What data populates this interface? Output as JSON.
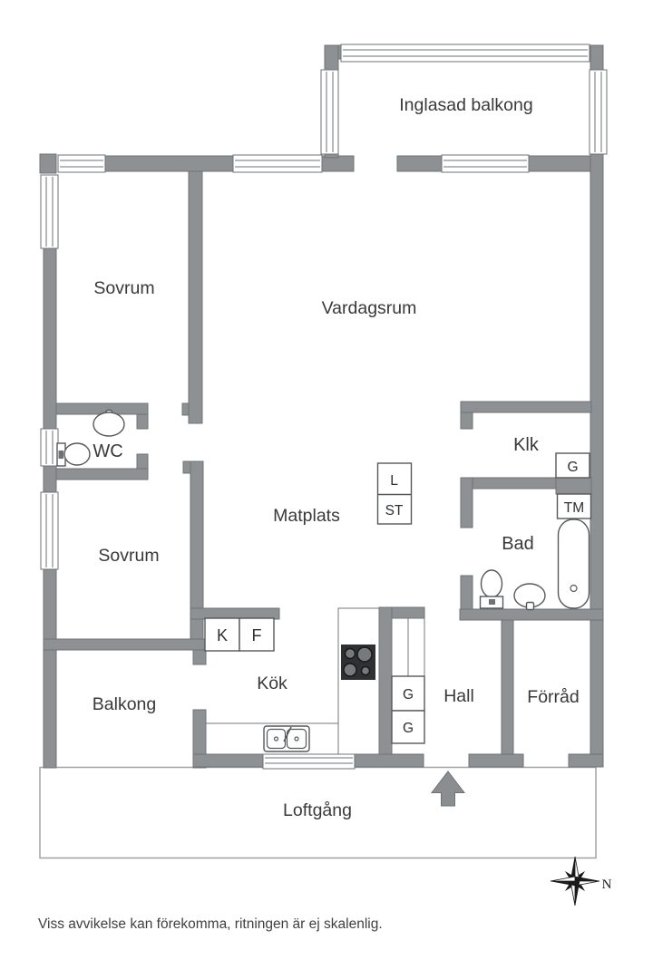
{
  "floorplan": {
    "rooms": {
      "inglasad_balkong": "Inglasad balkong",
      "sovrum_1": "Sovrum",
      "vardagsrum": "Vardagsrum",
      "wc": "WC",
      "klk": "Klk",
      "matplats": "Matplats",
      "bad": "Bad",
      "sovrum_2": "Sovrum",
      "balkong": "Balkong",
      "kok": "Kök",
      "hall": "Hall",
      "forrad": "Förråd",
      "loftgang": "Loftgång"
    },
    "fixtures": {
      "l": "L",
      "st": "ST",
      "g_klk": "G",
      "tm": "TM",
      "k": "K",
      "f": "F",
      "g_hall_1": "G",
      "g_hall_2": "G"
    },
    "compass": {
      "north": "N"
    },
    "disclaimer": "Viss avvikelse kan förekomma, ritningen är ej skalenlig.",
    "colors": {
      "wall": "#8e9193",
      "wall_outline": "#6f7274",
      "text": "#38393b",
      "stove": "#2f3032",
      "background": "#ffffff"
    }
  }
}
